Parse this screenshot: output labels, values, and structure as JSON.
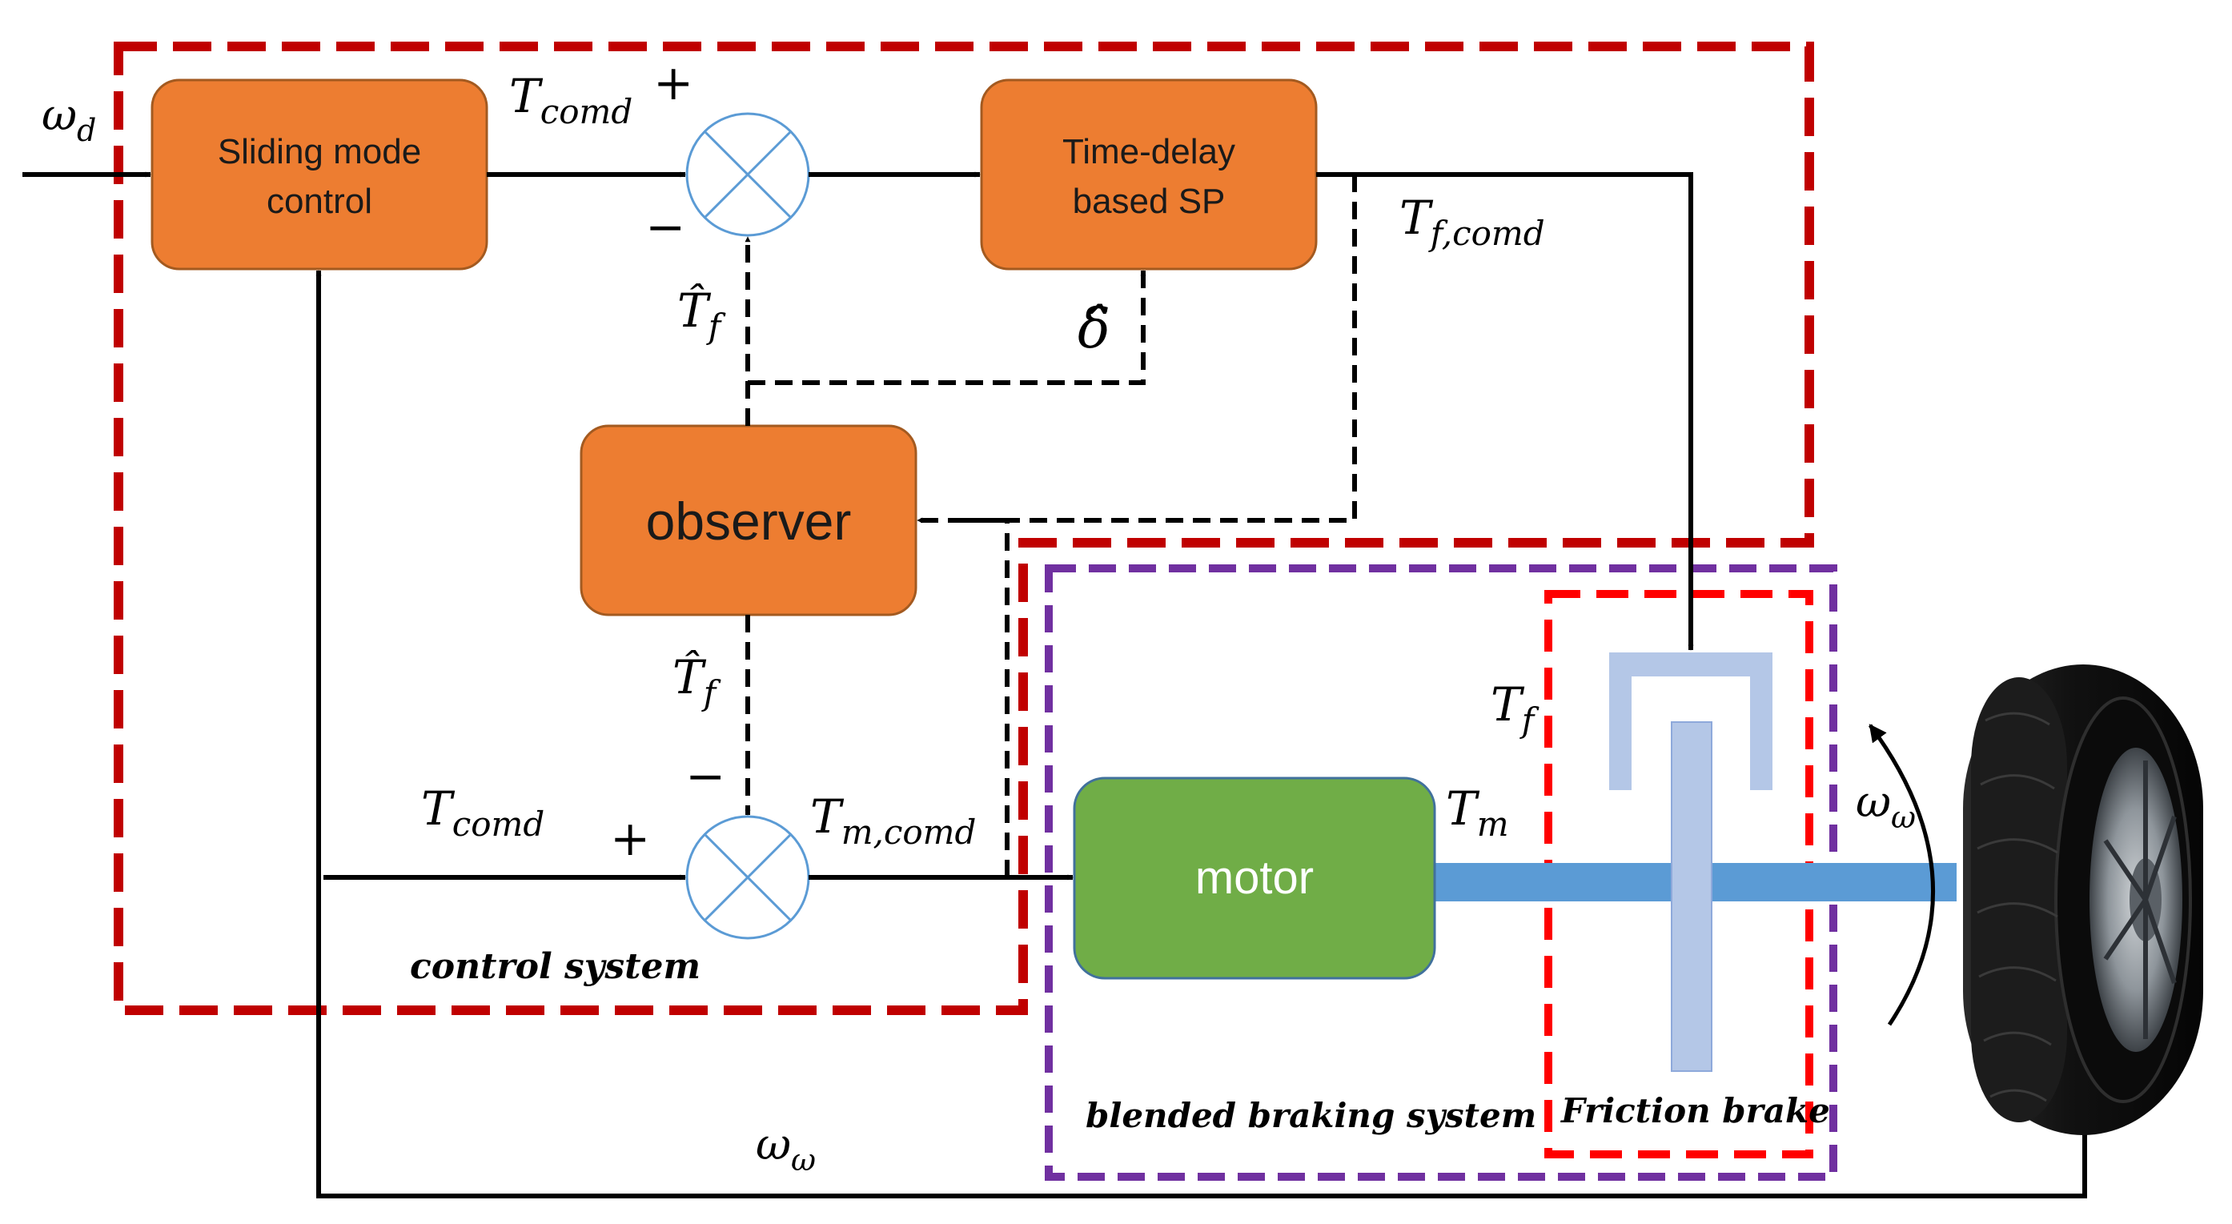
{
  "colors": {
    "orange_block": "#ED7D31",
    "orange_border": "#B0651F",
    "green_block": "#70AD47",
    "green_border": "#41719C",
    "control_frame": "#C00000",
    "friction_frame": "#FF0000",
    "braking_frame": "#7030A0",
    "shaft": "#5B9BD5",
    "brake_disc": "#B4C7E7",
    "summing_fill": "#FFFFFF",
    "summing_stroke": "#5B9BD5"
  },
  "blocks": {
    "sliding_mode": {
      "line1": "Sliding mode",
      "line2": "control"
    },
    "time_delay": {
      "line1": "Time-delay",
      "line2": "based SP"
    },
    "observer": "observer",
    "motor": "motor"
  },
  "signals": {
    "omega_d": {
      "base": "ω",
      "sub": "d"
    },
    "t_comd_top": {
      "base": "T",
      "sub": "comd"
    },
    "plus_top": "+",
    "minus_top": "−",
    "t_f_comd": {
      "base": "T",
      "sub": "f,comd"
    },
    "t_f_hat_upper": {
      "base": "T̂",
      "sub": "f"
    },
    "delta_hat": "δ̂",
    "t_f_hat_lower": {
      "base": "T̂",
      "sub": "f"
    },
    "minus_bottom": "−",
    "t_comd_bottom": {
      "base": "T",
      "sub": "comd"
    },
    "plus_bottom": "+",
    "t_m_comd": {
      "base": "T",
      "sub": "m,comd"
    },
    "t_f": {
      "base": "T",
      "sub": "f"
    },
    "t_m": {
      "base": "T",
      "sub": "m"
    },
    "omega_w_right": {
      "base": "ω",
      "sub": "ω"
    },
    "omega_w_bottom": {
      "base": "ω",
      "sub": "ω"
    }
  },
  "captions": {
    "control_system": "control system",
    "blended_braking": "blended braking system",
    "friction_brake": "Friction brake"
  },
  "icons": {
    "wheel": "tire-icon",
    "summing": "summing-junction-icon"
  }
}
